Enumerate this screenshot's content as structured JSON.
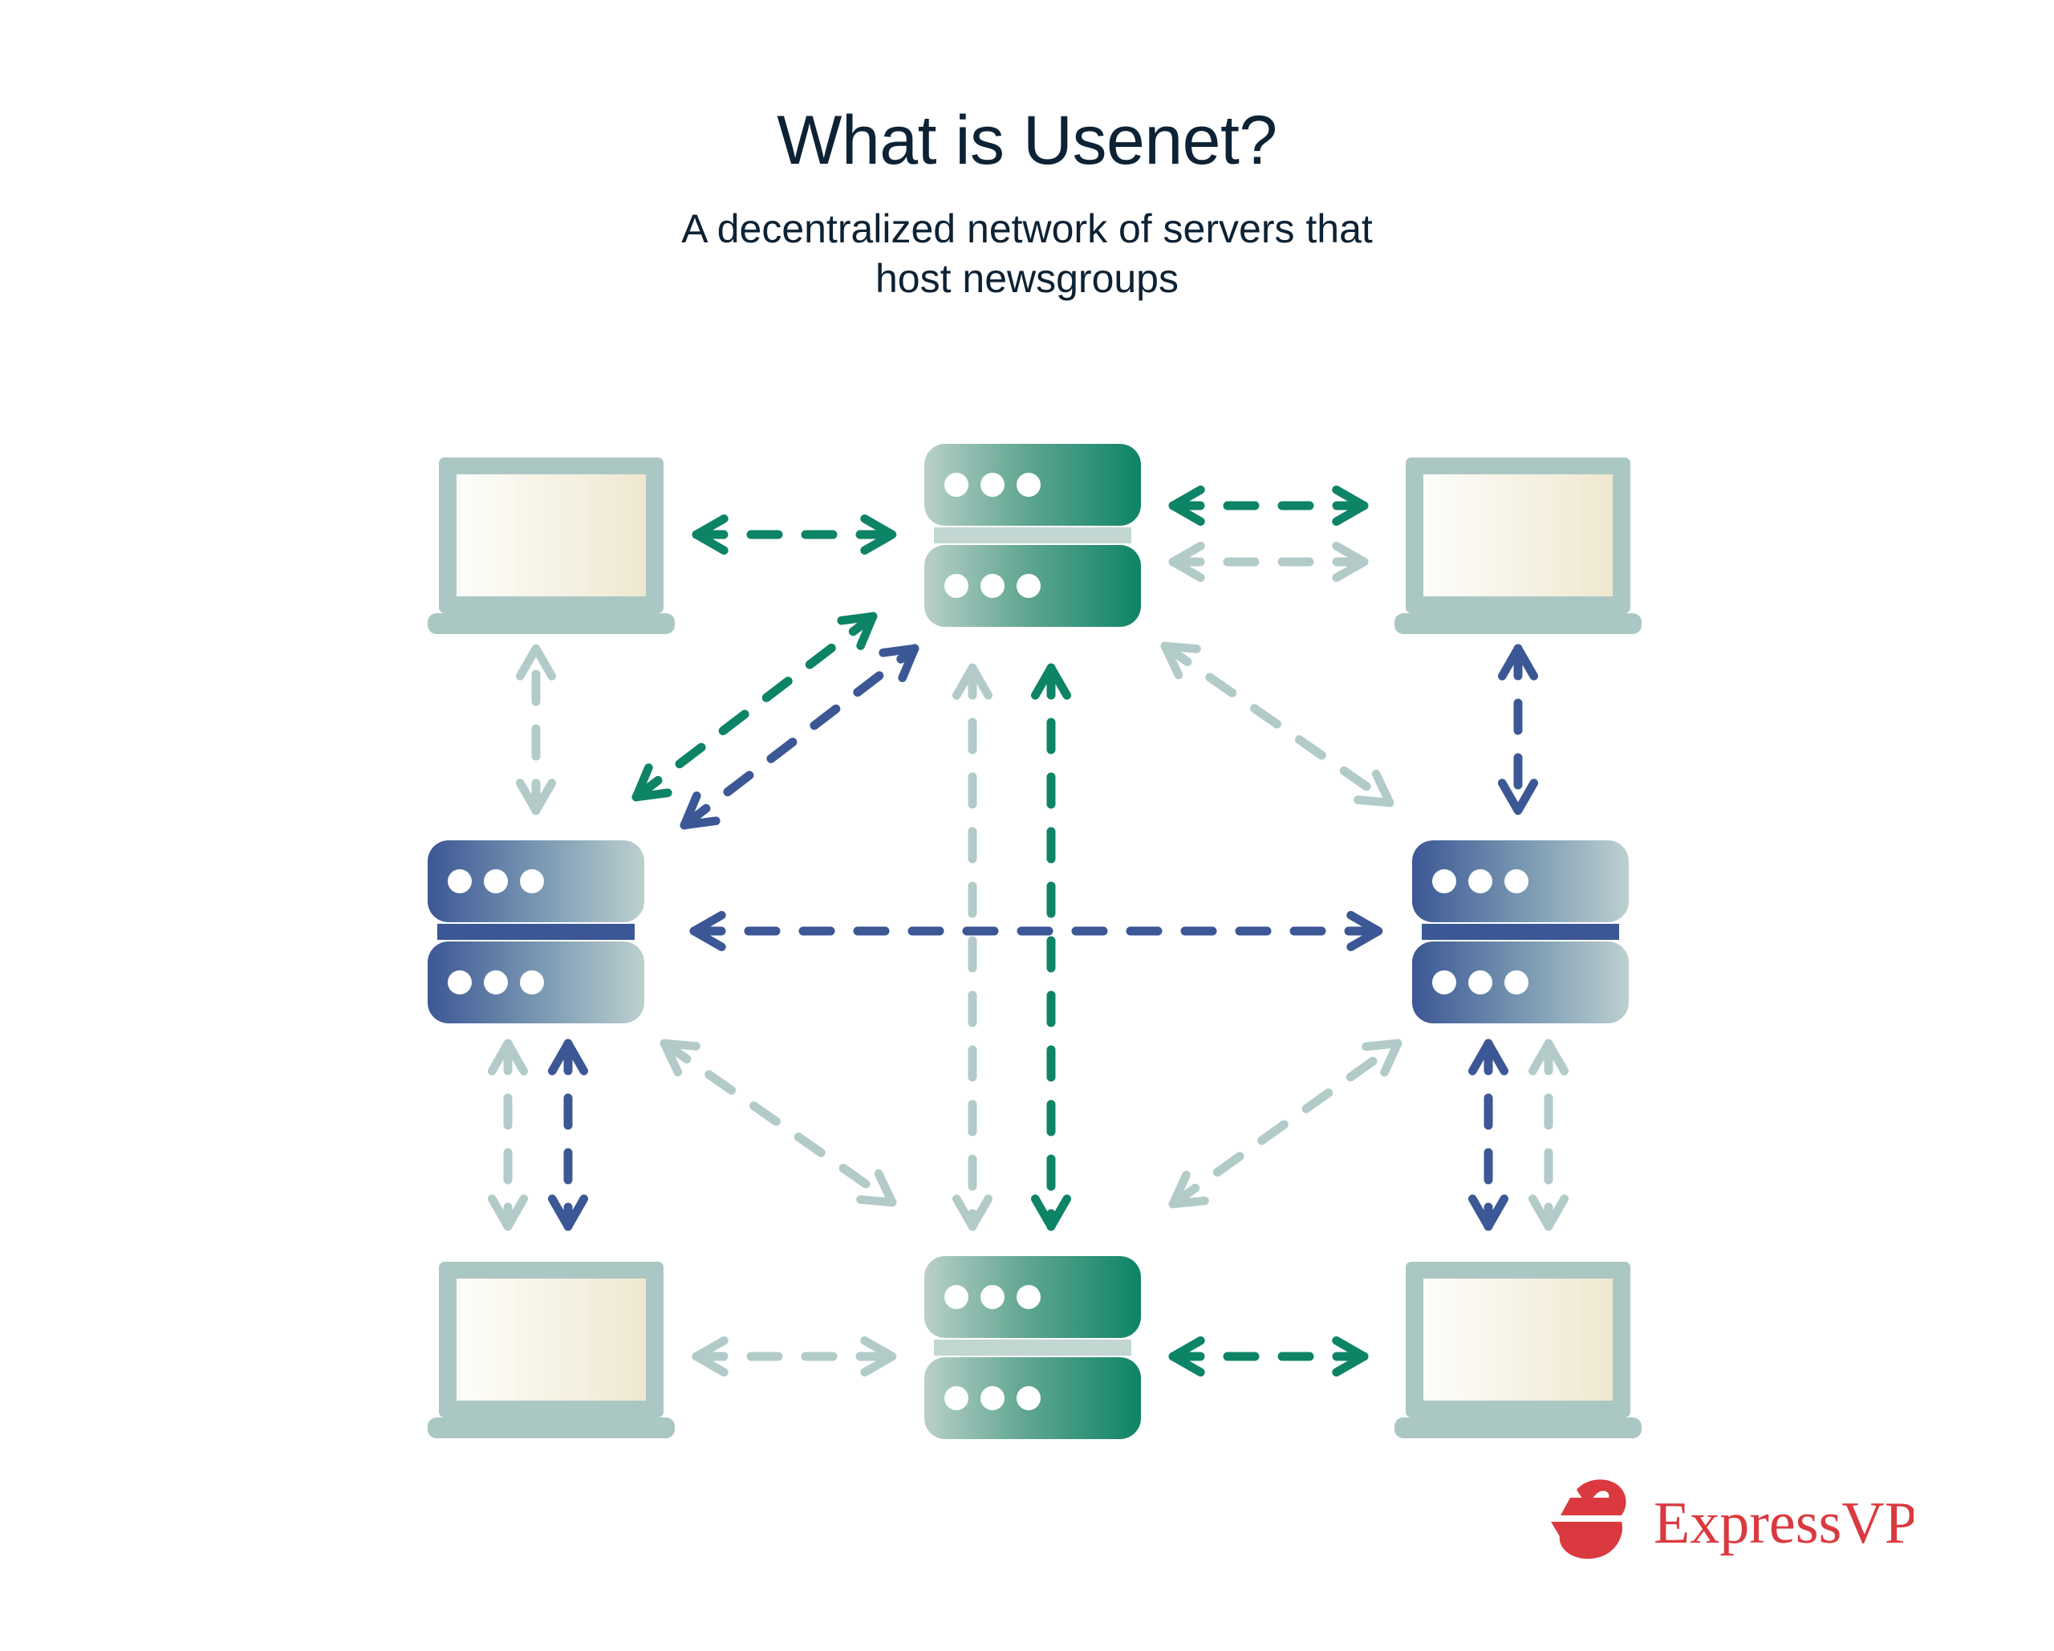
{
  "header": {
    "title": "What is Usenet?",
    "subtitle_line1": "A decentralized network of servers that",
    "subtitle_line2": "host newsgroups"
  },
  "brand": {
    "name": "ExpressVPN",
    "logo_color": "#da3a3f",
    "wordmark": "ExpressVPN"
  },
  "colors": {
    "title_text": "#0d2234",
    "green_dark": "#0d8466",
    "green_light": "#b6cfc9",
    "blue_dark": "#3c5795",
    "blue_light": "#b7cdd0",
    "sage": "#b2cbc8",
    "laptop_frame": "#abc7c4",
    "laptop_screen_from": "#fdfdfa",
    "laptop_screen_to": "#f0ead3",
    "background": "#ffffff"
  },
  "diagram": {
    "type": "network-topology",
    "description": "A decentralized mesh of Usenet servers and client laptops connected by bidirectional dashed arrows",
    "nodes": [
      {
        "id": "laptop-top-left",
        "kind": "laptop",
        "label": "Client laptop",
        "position": "top-left"
      },
      {
        "id": "server-top-center",
        "kind": "server",
        "label": "Usenet server",
        "color": "green",
        "position": "top-center"
      },
      {
        "id": "laptop-top-right",
        "kind": "laptop",
        "label": "Client laptop",
        "position": "top-right"
      },
      {
        "id": "server-middle-left",
        "kind": "server",
        "label": "Usenet server",
        "color": "blue",
        "position": "middle-left"
      },
      {
        "id": "server-middle-right",
        "kind": "server",
        "label": "Usenet server",
        "color": "blue",
        "position": "middle-right"
      },
      {
        "id": "laptop-bottom-left",
        "kind": "laptop",
        "label": "Client laptop",
        "position": "bottom-left"
      },
      {
        "id": "server-bottom-center",
        "kind": "server",
        "label": "Usenet server",
        "color": "green",
        "position": "bottom-center"
      },
      {
        "id": "laptop-bottom-right",
        "kind": "laptop",
        "label": "Client laptop",
        "position": "bottom-right"
      }
    ],
    "connections": [
      {
        "from": "laptop-top-left",
        "to": "server-top-center",
        "style": "dashed",
        "arrows": "both",
        "color": "green-dark"
      },
      {
        "from": "server-top-center",
        "to": "laptop-top-right",
        "style": "dashed",
        "arrows": "both",
        "color": "green-dark"
      },
      {
        "from": "server-top-center",
        "to": "laptop-top-right",
        "style": "dashed",
        "arrows": "both",
        "color": "sage"
      },
      {
        "from": "laptop-top-left",
        "to": "server-middle-left",
        "style": "dashed",
        "arrows": "both",
        "color": "sage"
      },
      {
        "from": "server-middle-left",
        "to": "server-top-center",
        "style": "dashed",
        "arrows": "both",
        "color": "green-dark"
      },
      {
        "from": "server-middle-left",
        "to": "server-top-center",
        "style": "dashed",
        "arrows": "both",
        "color": "blue-dark"
      },
      {
        "from": "server-top-center",
        "to": "server-bottom-center",
        "style": "dashed",
        "arrows": "both",
        "color": "sage"
      },
      {
        "from": "server-top-center",
        "to": "server-bottom-center",
        "style": "dashed",
        "arrows": "both",
        "color": "green-dark"
      },
      {
        "from": "server-top-center",
        "to": "server-middle-right",
        "style": "dashed",
        "arrows": "both",
        "color": "sage"
      },
      {
        "from": "laptop-top-right",
        "to": "server-middle-right",
        "style": "dashed",
        "arrows": "both",
        "color": "blue-dark"
      },
      {
        "from": "server-middle-left",
        "to": "server-middle-right",
        "style": "dashed",
        "arrows": "both",
        "color": "blue-dark"
      },
      {
        "from": "server-middle-left",
        "to": "laptop-bottom-left",
        "style": "dashed",
        "arrows": "both",
        "color": "sage"
      },
      {
        "from": "server-middle-left",
        "to": "laptop-bottom-left",
        "style": "dashed",
        "arrows": "both",
        "color": "blue-dark"
      },
      {
        "from": "server-middle-left",
        "to": "server-bottom-center",
        "style": "dashed",
        "arrows": "both",
        "color": "sage"
      },
      {
        "from": "server-bottom-center",
        "to": "server-middle-right",
        "style": "dashed",
        "arrows": "both",
        "color": "sage"
      },
      {
        "from": "server-middle-right",
        "to": "laptop-bottom-right",
        "style": "dashed",
        "arrows": "both",
        "color": "blue-dark"
      },
      {
        "from": "server-middle-right",
        "to": "laptop-bottom-right",
        "style": "dashed",
        "arrows": "both",
        "color": "sage"
      },
      {
        "from": "laptop-bottom-left",
        "to": "server-bottom-center",
        "style": "dashed",
        "arrows": "both",
        "color": "sage"
      },
      {
        "from": "server-bottom-center",
        "to": "laptop-bottom-right",
        "style": "dashed",
        "arrows": "both",
        "color": "green-dark"
      }
    ]
  }
}
